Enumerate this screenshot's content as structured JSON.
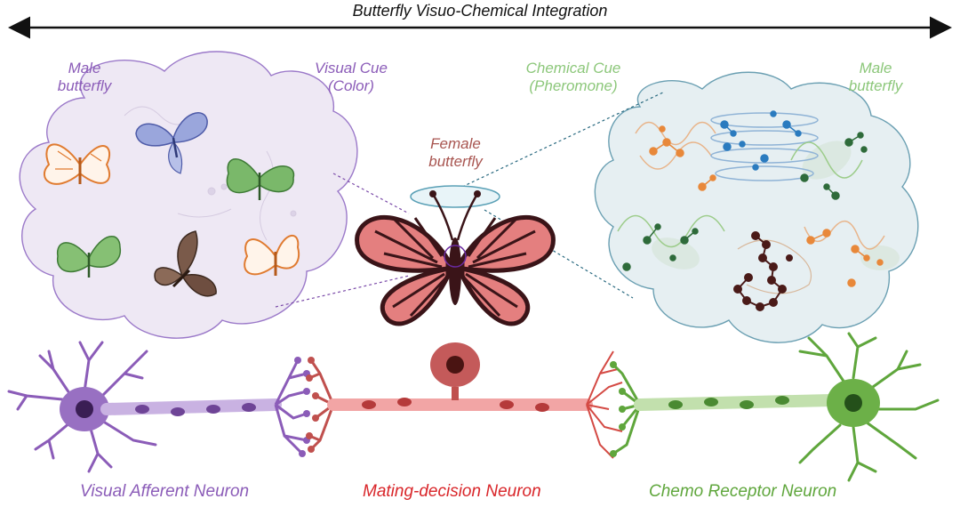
{
  "title": "Butterfly Visuo-Chemical Integration",
  "labels": {
    "male_left": [
      "Male",
      "butterfly"
    ],
    "visual_cue": [
      "Visual Cue",
      "(Color)"
    ],
    "chemical_cue": [
      "Chemical Cue",
      "(Pheromone)"
    ],
    "male_right": [
      "Male",
      "butterfly"
    ],
    "female": [
      "Female",
      "butterfly"
    ]
  },
  "captions": {
    "visual": "Visual Afferent Neuron",
    "mating": "Mating-decision Neuron",
    "chemo": "Chemo Receptor Neuron"
  },
  "colors": {
    "visual": "#8b5cb8",
    "mating": "#d9262a",
    "chemo": "#5fa63c",
    "chem_label": "#8cc77a",
    "female_label": "#a85550",
    "cloud_left": "#eee8f4",
    "cloud_right": "#e6eff2",
    "wing": "#e07a7a",
    "wing_dark": "#3a1418"
  }
}
